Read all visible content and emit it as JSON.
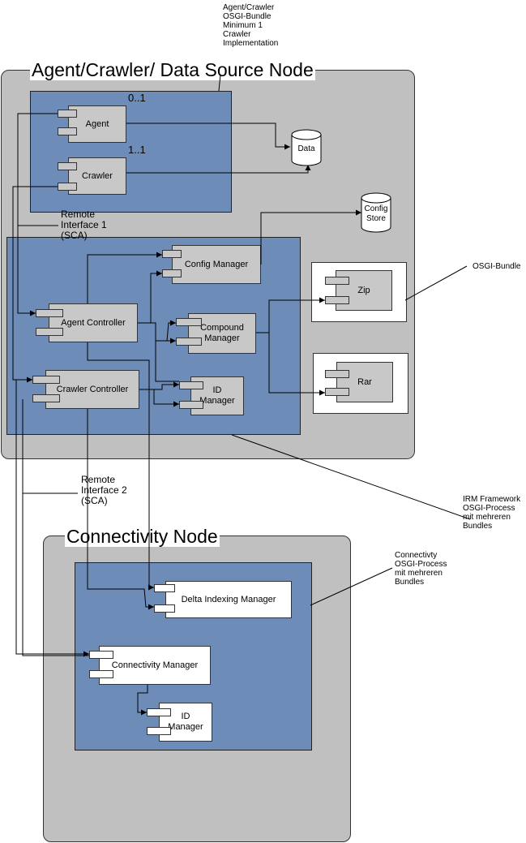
{
  "nodes": {
    "agent_node_title": "Agent/Crawler/ Data Source Node",
    "connectivity_node_title": "Connectivity Node"
  },
  "components": {
    "agent": "Agent",
    "crawler": "Crawler",
    "config_manager": "Config Manager",
    "agent_controller": "Agent Controller",
    "compound_manager": "Compound\nManager",
    "crawler_controller": "Crawler Controller",
    "id_manager_top": "ID\nManager",
    "zip": "Zip",
    "rar": "Rar",
    "delta_indexing_manager": "Delta Indexing Manager",
    "connectivity_manager": "Connectivity Manager",
    "id_manager_bottom": "ID\nManager"
  },
  "stores": {
    "data": "Data",
    "config_store": "Config\nStore"
  },
  "multiplicity": {
    "agent": "0..1",
    "crawler": "1..1"
  },
  "annotations": {
    "agent_crawler_bundle": "Agent/Crawler\nOSGI-Bundle\nMinimum 1\nCrawler\nImplementation",
    "remote_interface_1": "Remote\nInterface 1\n(SCA)",
    "remote_interface_2": "Remote\nInterface 2\n(SCA)",
    "osgi_bundle": "OSGI-Bundle",
    "irm_framework": "IRM Framework\nOSGI-Process\nmit mehreren\nBundles",
    "connectivity_process": "Connectivty\nOSGI-Process\nmit mehreren\nBundles"
  },
  "colors": {
    "node_fill": "#c0c0c0",
    "frame_fill": "#6d8cb8",
    "component_grey": "#c8c8c8",
    "component_white": "#ffffff"
  }
}
